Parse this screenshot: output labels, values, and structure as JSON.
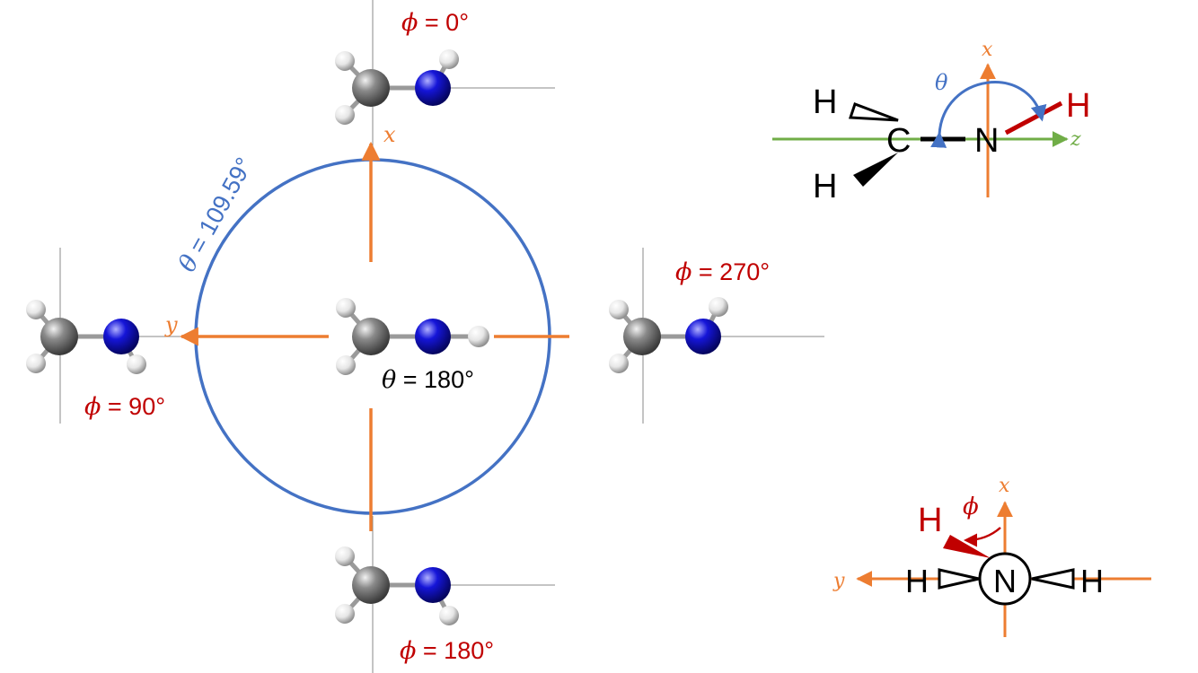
{
  "colors": {
    "axis_orange": "#ED7D31",
    "circle_blue": "#4472C4",
    "label_red": "#C00000",
    "z_axis_green": "#70AD47",
    "nitrogen_blue": "#1010D0",
    "carbon_gray": "#707070",
    "hydrogen_white": "#EEEEEE"
  },
  "main": {
    "theta_circle": {
      "symbol": "θ",
      "value_text": " = 109.59°"
    },
    "x_axis_label": "x",
    "y_axis_label": "y",
    "center_theta": {
      "symbol": "θ",
      "value_text": " = 180°"
    }
  },
  "conformers": {
    "top": {
      "phi_symbol": "ϕ",
      "phi_text": " = 0°"
    },
    "left": {
      "phi_symbol": "ϕ",
      "phi_text": " = 90°"
    },
    "right": {
      "phi_symbol": "ϕ",
      "phi_text": " = 270°"
    },
    "bottom": {
      "phi_symbol": "ϕ",
      "phi_text": " = 180°"
    }
  },
  "side_view": {
    "x_label": "x",
    "z_label": "z",
    "theta_symbol": "θ",
    "h_upper": "H",
    "h_lower": "H",
    "carbon": "C",
    "nitrogen": "N",
    "h_red": "H"
  },
  "newman": {
    "x_label": "x",
    "y_label": "y",
    "phi_symbol": "ϕ",
    "h_red": "H",
    "h_left": "H",
    "h_right": "H",
    "nitrogen": "N"
  }
}
